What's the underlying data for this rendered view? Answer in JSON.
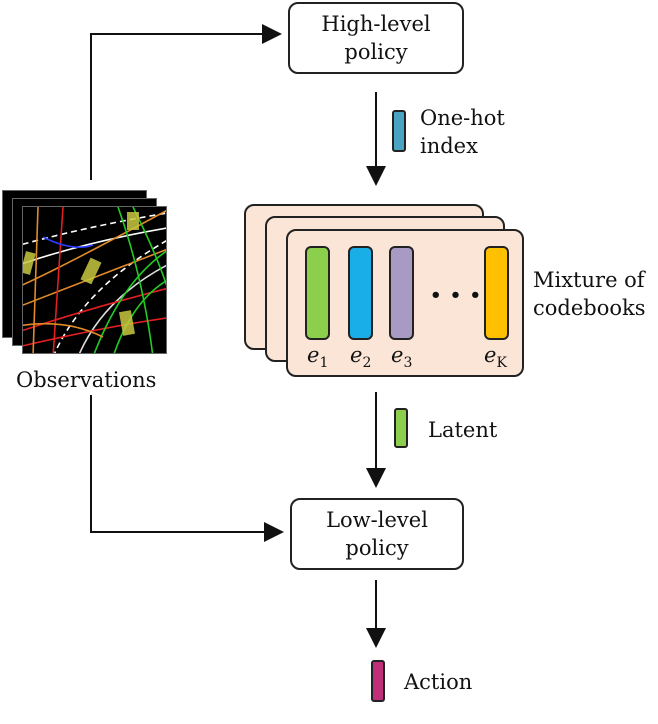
{
  "high_level_policy": "High-level\npolicy",
  "low_level_policy": "Low-level\npolicy",
  "one_hot_index": "One-hot\nindex",
  "mixture_of_codebooks": "Mixture of\ncodebooks",
  "latent": "Latent",
  "action": "Action",
  "observations": "Observations",
  "ellipsis": "• • •",
  "codebook_entries": [
    {
      "sym": "e",
      "sub": "1",
      "color": "#8ccf4d"
    },
    {
      "sym": "e",
      "sub": "2",
      "color": "#1aaee8"
    },
    {
      "sym": "e",
      "sub": "3",
      "color": "#a99ac4"
    },
    {
      "sym": "e",
      "sub": "K",
      "color": "#ffc000"
    }
  ],
  "colors": {
    "one_hot_chip": "#4aa3c0",
    "latent_chip": "#8ccf4d",
    "action_chip": "#c0307a",
    "codebook_card": "#fbe5d6"
  }
}
